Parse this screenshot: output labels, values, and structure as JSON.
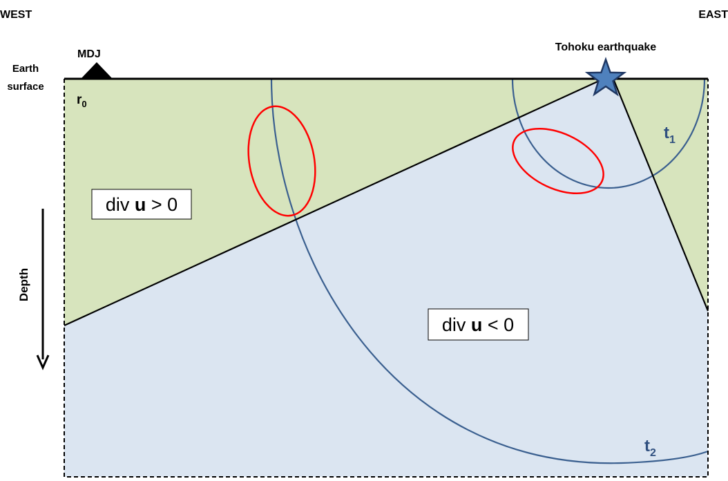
{
  "labels": {
    "west": "WEST",
    "east": "EAST",
    "station": "MDJ",
    "earthquake": "Tohoku earthquake",
    "surface_line1": "Earth",
    "surface_line2": "surface",
    "r0_base": "r",
    "r0_sub": "0",
    "t1_base": "t",
    "t1_sub": "1",
    "t2_base": "t",
    "t2_sub": "2",
    "depth": "Depth"
  },
  "regions": {
    "upper": {
      "prefix": "div ",
      "bold": "u",
      "suffix": " > 0"
    },
    "lower": {
      "prefix": "div ",
      "bold": "u",
      "suffix": " < 0"
    }
  },
  "colors": {
    "upper_region": "#d7e4bd",
    "lower_region": "#dbe5f1",
    "wavefront": "#3a5f8f",
    "ellipse": "#ff0000",
    "star_fill": "#4f81bd",
    "star_stroke": "#1f3864"
  }
}
